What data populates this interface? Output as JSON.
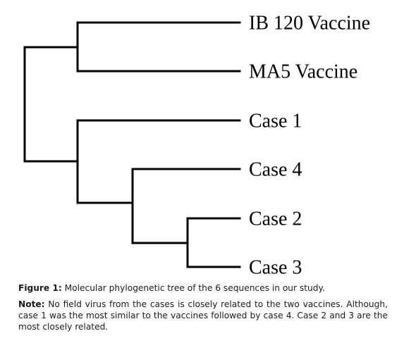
{
  "tree": {
    "leaves": [
      {
        "id": "ib120",
        "label": "IB 120 Vaccine"
      },
      {
        "id": "ma5",
        "label": "MA5 Vaccine"
      },
      {
        "id": "case1",
        "label": "Case 1"
      },
      {
        "id": "case4",
        "label": "Case 4"
      },
      {
        "id": "case2",
        "label": "Case 2"
      },
      {
        "id": "case3",
        "label": "Case 3"
      }
    ]
  },
  "caption": {
    "figure_label": "Figure 1:",
    "figure_text": " Molecular phylogenetic tree of the 6 sequences in our study.",
    "note_label": "Note:",
    "note_text": " No field virus from the cases is closely related to the two vaccines. Although, case 1 was the most similar to the vaccines followed by case 4. Case 2 and 3 are the most closely related."
  }
}
